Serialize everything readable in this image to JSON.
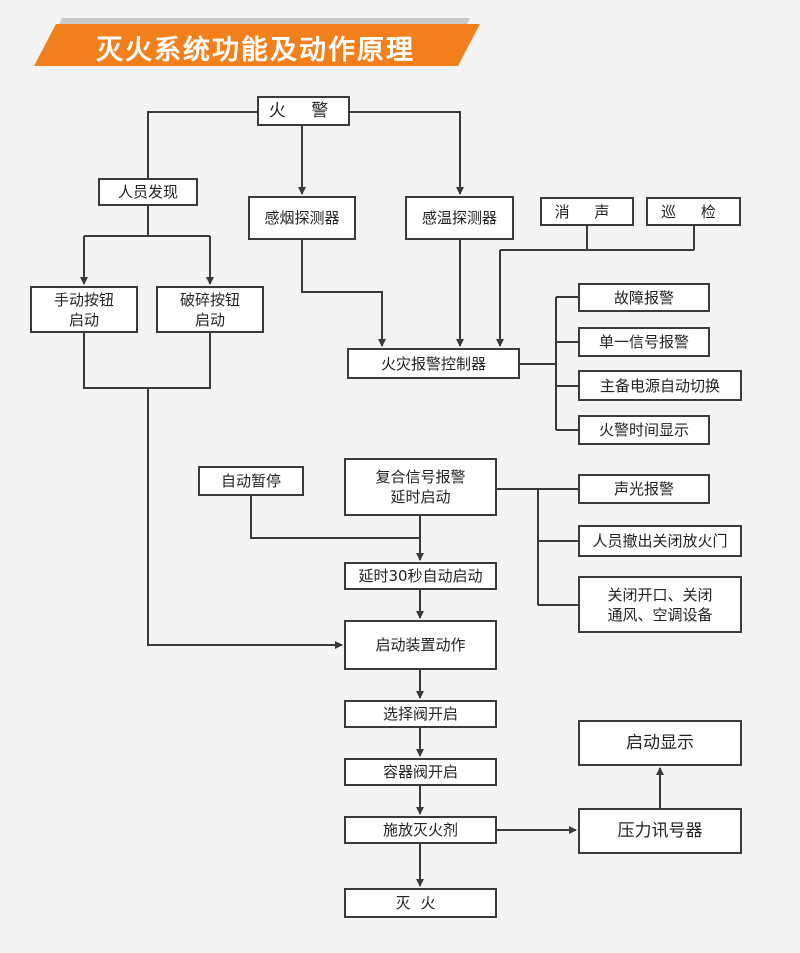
{
  "title": "灭火系统功能及动作原理",
  "colors": {
    "banner": "#f07f1c",
    "banner_shadow": "#c9c9c9",
    "line": "#3a3a3a"
  },
  "nodes": {
    "fire_alarm": "火 警",
    "person_found": "人员发现",
    "smoke_detector": "感烟探测器",
    "heat_detector": "感温探测器",
    "silence": "消 声",
    "inspect": "巡 检",
    "manual_button": "手动按钮\n启动",
    "break_button": "破碎按钮\n启动",
    "controller": "火灾报警控制器",
    "fault_alarm": "故障报警",
    "single_signal_alarm": "单一信号报警",
    "power_switch": "主备电源自动切换",
    "alarm_time_display": "火警时间显示",
    "auto_pause": "自动暂停",
    "composite_alarm": "复合信号报警\n延时启动",
    "sound_light_alarm": "声光报警",
    "evacuate": "人员撤出关闭放火门",
    "close_ventilation": "关闭开口、关闭\n通风、空调设备",
    "delay_start": "延时30秒自动启动",
    "device_start": "启动装置动作",
    "selector_valve": "选择阀开启",
    "container_valve": "容器阀开启",
    "release_agent": "施放灭火剂",
    "extinguish": "灭火",
    "start_display": "启动显示",
    "pressure_switch": "压力讯号器"
  }
}
